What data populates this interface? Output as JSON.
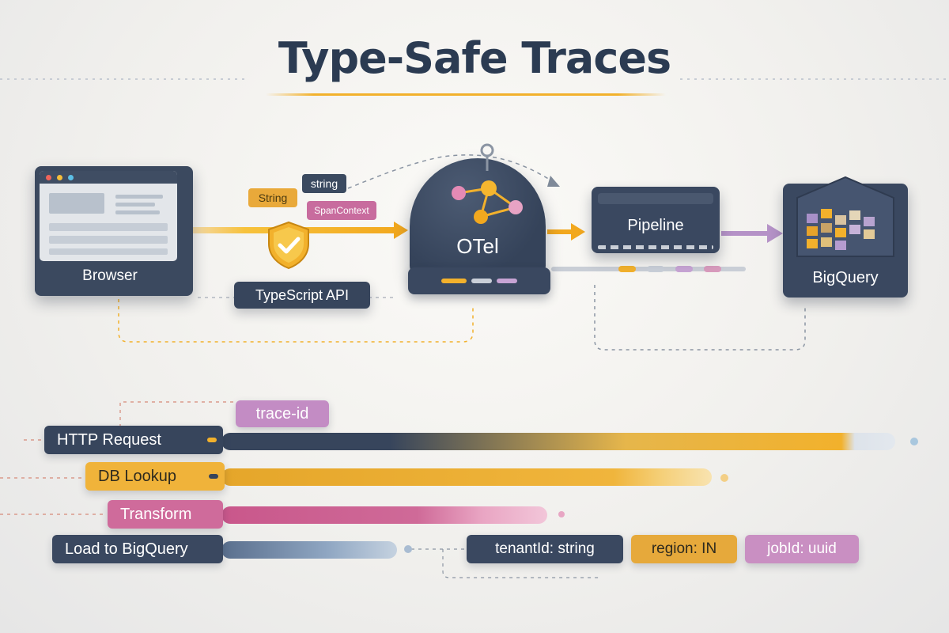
{
  "title": "Type-Safe Traces",
  "nodes": {
    "browser": "Browser",
    "api": "TypeScript API",
    "otel": "OTel",
    "pipeline": "Pipeline",
    "bigquery": "BigQuery"
  },
  "type_tags": {
    "string_upper": "String",
    "string_lower": "string",
    "span_context": "SpanContext"
  },
  "spans": {
    "trace_id": "trace-id",
    "http": "HTTP Request",
    "db": "DB Lookup",
    "transform": "Transform",
    "load": "Load to BigQuery"
  },
  "attributes": {
    "tenant": "tenantId: string",
    "region": "region: IN",
    "job": "jobId: uuid"
  },
  "colors": {
    "navy": "#37455c",
    "gold": "#f2b12c",
    "pink": "#d67aa6",
    "purple": "#b58fc9"
  }
}
